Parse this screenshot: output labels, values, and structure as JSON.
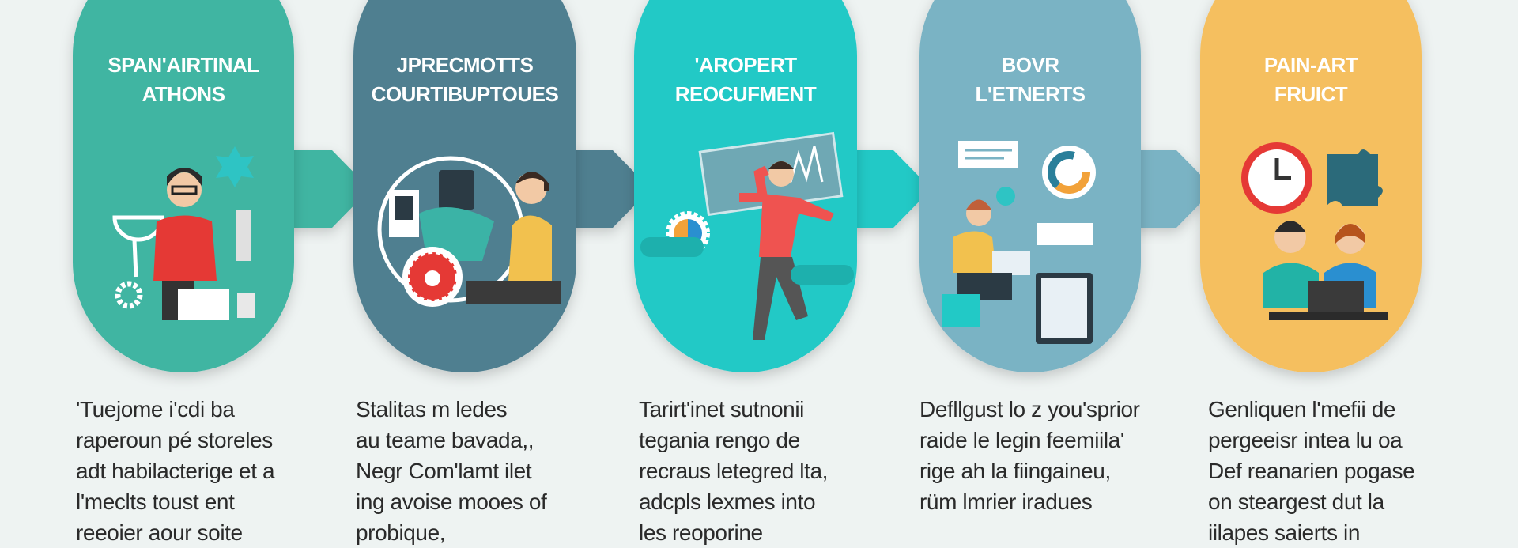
{
  "colors": {
    "background": "#eef3f2",
    "step1": "#3fb5a2",
    "step2": "#4f7f90",
    "step3": "#22c9c6",
    "step4": "#7ab3c4",
    "step5": "#f5bf5e"
  },
  "steps": [
    {
      "title_lines": [
        "SPAN'AIRTINAL",
        "ATHONS"
      ],
      "desc_lines": [
        "'Tuejome i'cdi ba",
        "raperoun pé storeles",
        "adt habilacterige et a",
        "l'meclts toust ent",
        "reeoier aour soite"
      ],
      "color": "#3fb5a2"
    },
    {
      "title_lines": [
        "JPRECMOTTS",
        "COURTIBUPTOUES"
      ],
      "desc_lines": [
        "Stalitas m ledes",
        "au teame bavada,,",
        "Negr Com'lamt ilet",
        "ing avoise mooes of",
        "probique,"
      ],
      "color": "#4f7f90"
    },
    {
      "title_lines": [
        "'AROPERT",
        "REOCUFMENT"
      ],
      "desc_lines": [
        "Tarirt'inet sutnonii",
        "tegania rengo de",
        "recraus letegred lta,",
        "adcpls lexmes into",
        "les reoporine"
      ],
      "color": "#22c9c6"
    },
    {
      "title_lines": [
        "BOVR",
        "L'ETNERTS"
      ],
      "desc_lines": [
        "Defllgust lo z you'sprior",
        "raide le legin feemiila'",
        "rige ah la fiingaineu,",
        "rüm lmrier iradues"
      ],
      "color": "#7ab3c4"
    },
    {
      "title_lines": [
        "PAIN-ART",
        "FRUICT"
      ],
      "desc_lines": [
        "Genliquen l'mefii de",
        "pergeeisr intea lu oa",
        "Def reanarien pogase",
        "on steargest dut la",
        "iilapes saierts in"
      ],
      "color": "#f5bf5e"
    }
  ]
}
